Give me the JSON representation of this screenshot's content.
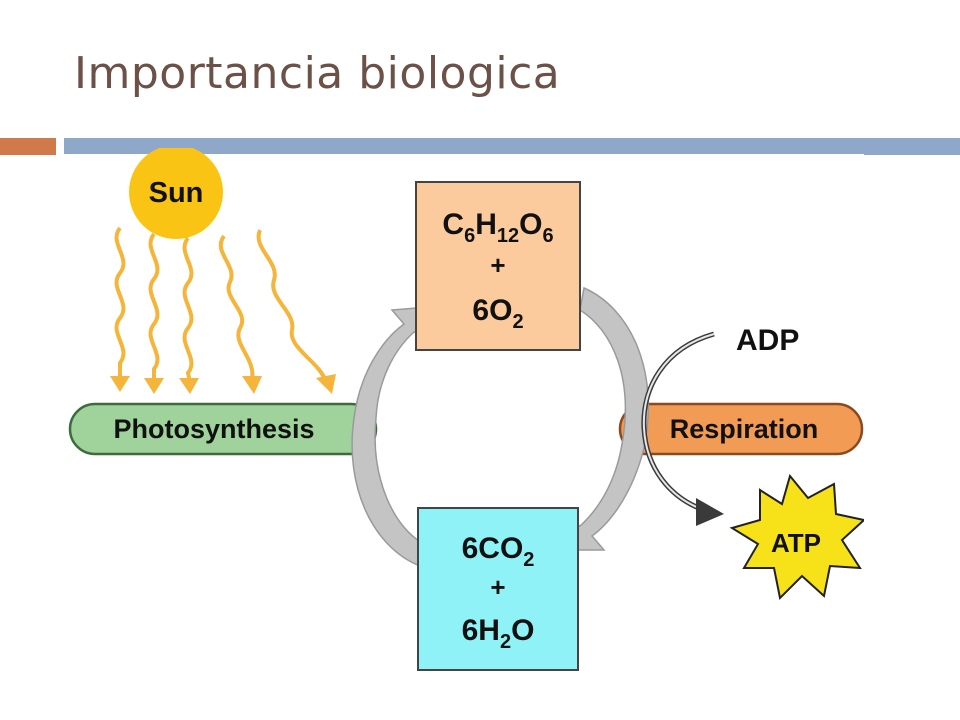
{
  "slide": {
    "title": "Importancia biologica"
  },
  "diagram": {
    "sun_label": "Sun",
    "photosynthesis_label": "Photosynthesis",
    "respiration_label": "Respiration",
    "adp_label": "ADP",
    "atp_label": "ATP",
    "top_box": {
      "line1": "C6H12O6",
      "line2": "+",
      "line3": "6O2"
    },
    "bottom_box": {
      "line1": "6CO2",
      "line2": "+",
      "line3": "6H2O"
    }
  },
  "colors": {
    "title": "#6b5148",
    "accent_orange": "#d07a4c",
    "accent_blue": "#8fa8c9",
    "sun": "#f9c413",
    "photosynthesis": "#9fd39b",
    "respiration": "#f29b55",
    "top_box": "#fbcb9d",
    "bottom_box": "#8ff2f6",
    "atp_star": "#f7e21a",
    "arrow_gray": "#bdbdbd"
  }
}
